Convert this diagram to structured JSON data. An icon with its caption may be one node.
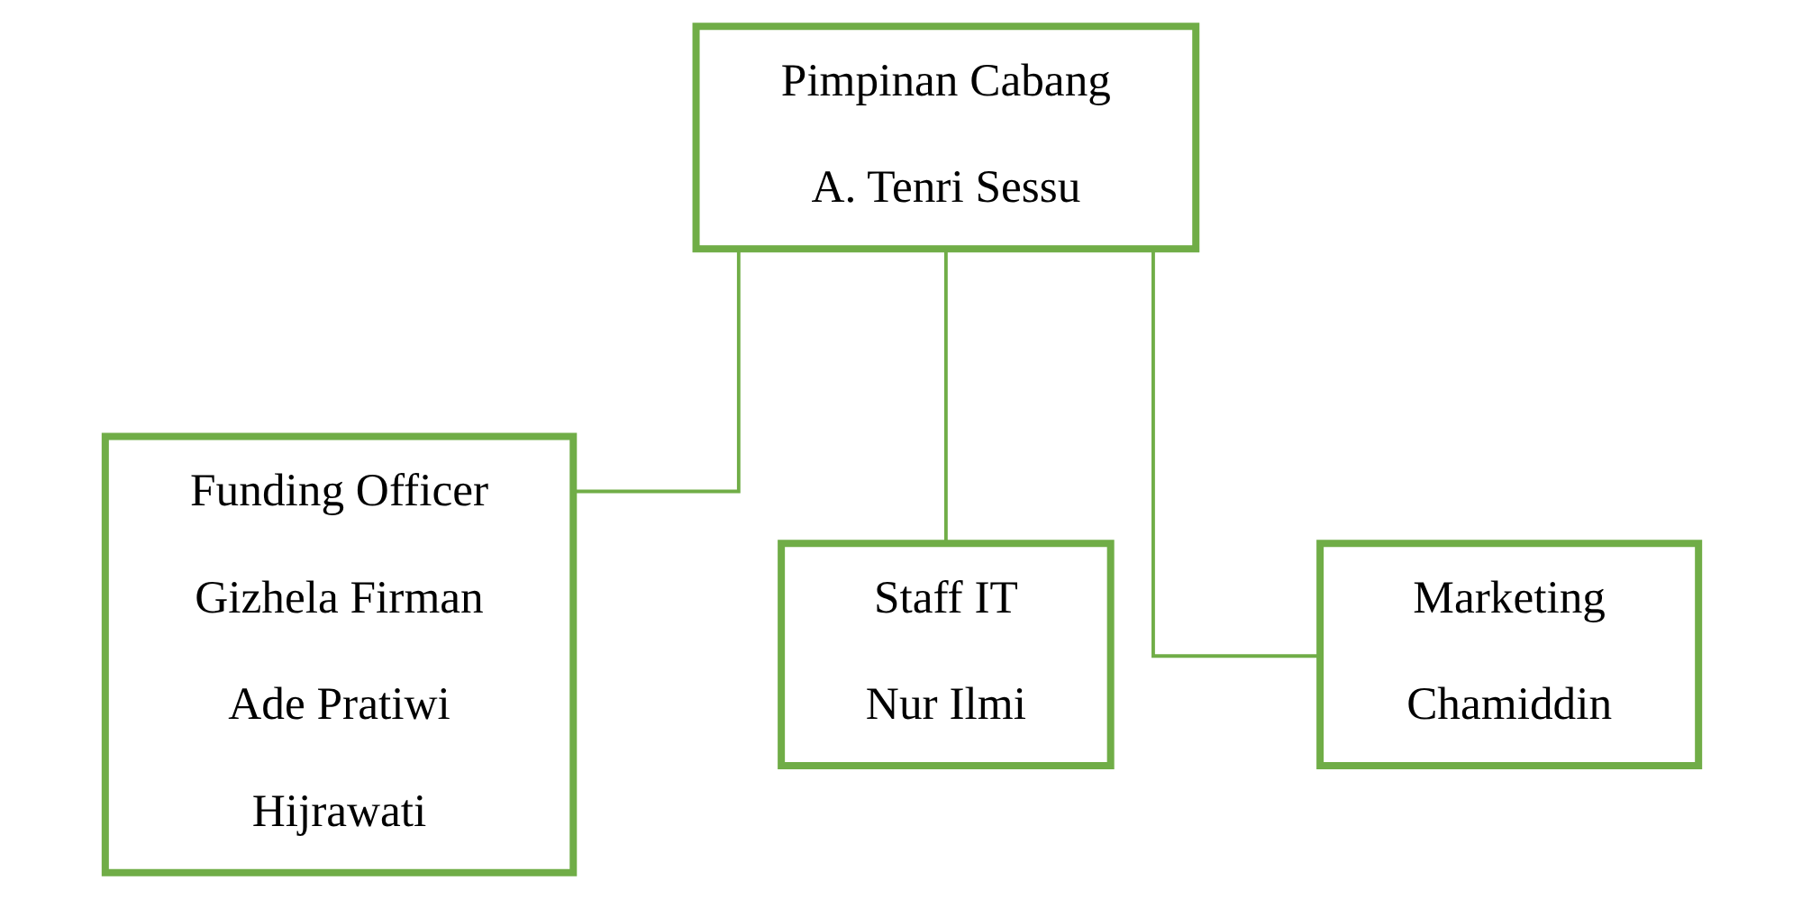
{
  "diagram": {
    "nodes": [
      {
        "text": [
          "Pimpinan Cabang",
          "A. Tenri Sessu"
        ]
      },
      {
        "text": [
          "Funding Officer",
          "Gizhela Firman",
          "Ade Pratiwi",
          "Hijrawati"
        ]
      },
      {
        "text": [
          "Staff IT",
          "Nur Ilmi"
        ]
      },
      {
        "text": [
          "Marketing",
          "Chamiddin"
        ]
      }
    ],
    "edges": [
      {
        "from": 0,
        "to": 1,
        "arrow": "none"
      },
      {
        "from": 0,
        "to": 2,
        "arrow": "none"
      },
      {
        "from": 0,
        "to": 3,
        "arrow": "none"
      }
    ]
  }
}
